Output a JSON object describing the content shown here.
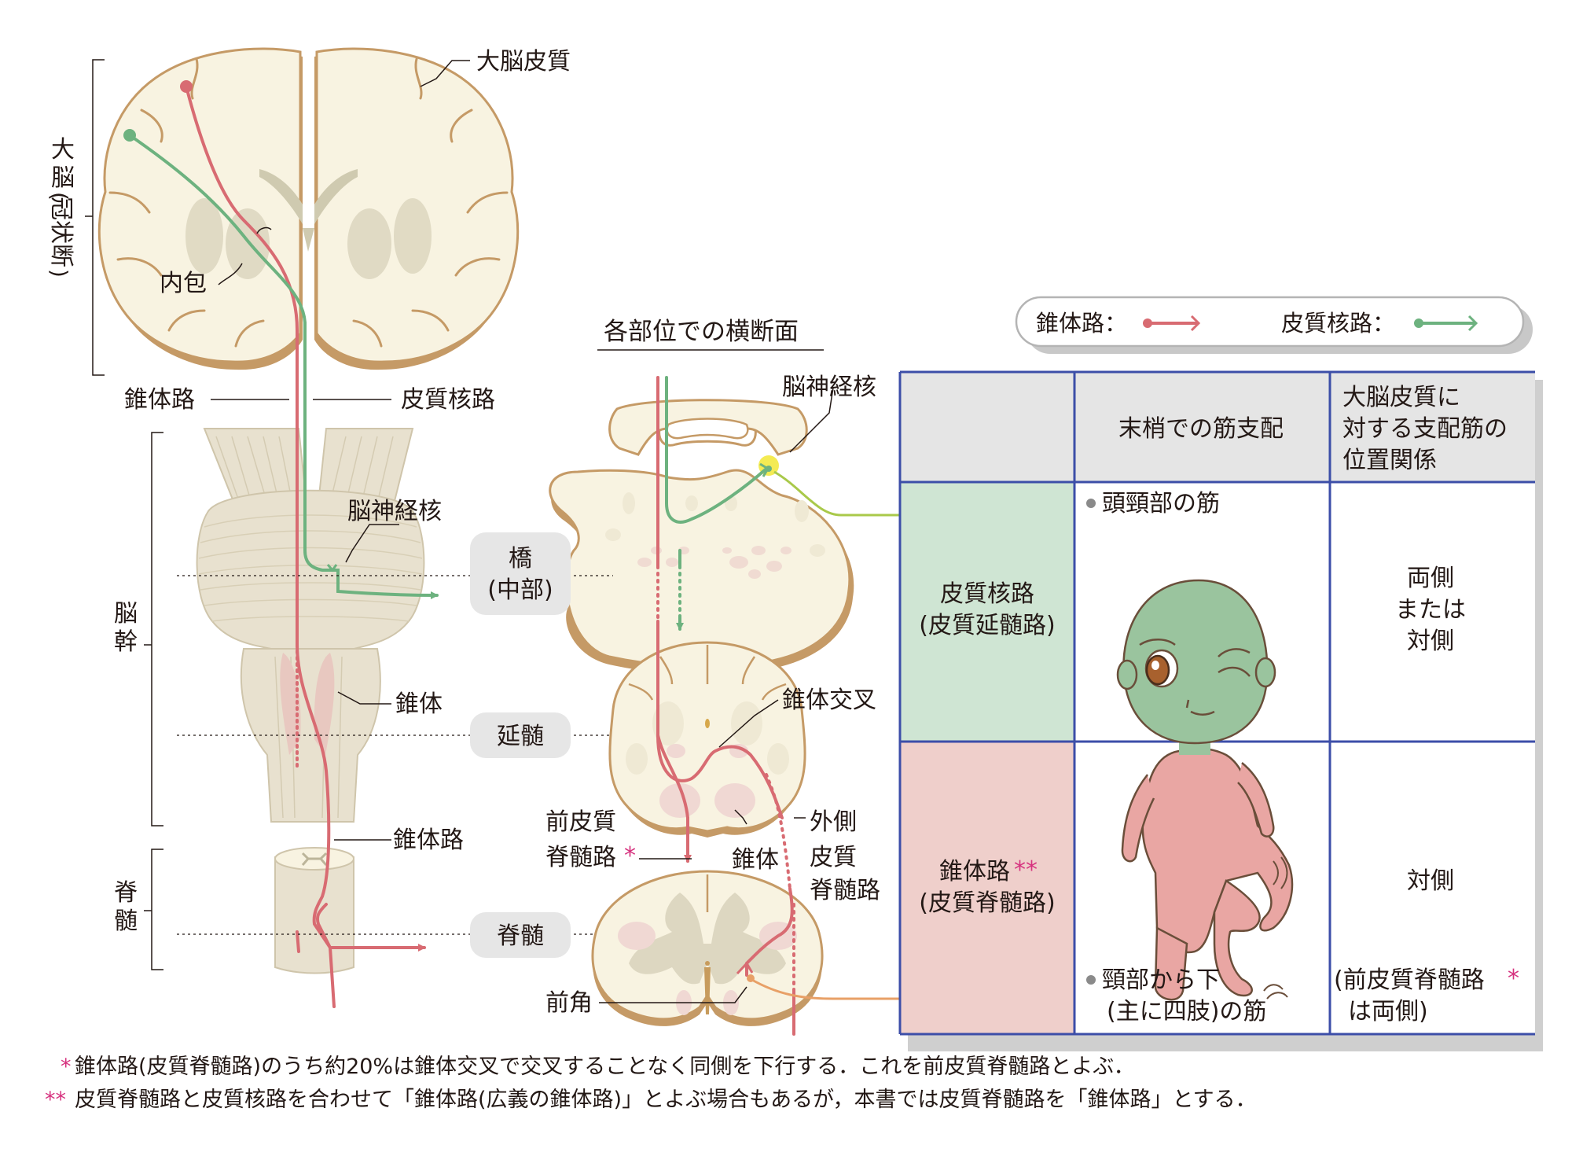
{
  "labels": {
    "cortex": "大脳皮質",
    "cerebrum": "大脳",
    "coronal": "冠状断",
    "internal_capsule": "内包",
    "pyramidal_tract": "錐体路",
    "corticonuclear_tract": "皮質核路",
    "cranial_nerve_nuclei": "脳神経核",
    "brainstem": "脳幹",
    "pyramid": "錐体",
    "spinal_cord_left": "脊髄",
    "pyramidal_tract_lower": "錐体路",
    "cross_section_title": "各部位での横断面",
    "cranial_nerve_nuclei_2": "脳神経核",
    "pyramidal_decussation": "錐体交叉",
    "anterior_cst_line1": "前皮質",
    "anterior_cst_line2": "脊髄路",
    "lateral_cst_line1": "外側",
    "lateral_cst_line2": "皮質",
    "lateral_cst_line3": "脊髄路",
    "pyramid_2": "錐体",
    "anterior_horn": "前角"
  },
  "levels": {
    "pons_line1": "橋",
    "pons_line2": "(中部)",
    "medulla": "延髄",
    "spinal": "脊髄"
  },
  "legend": {
    "pyramidal": "錐体路：",
    "corticonuclear": "皮質核路："
  },
  "table": {
    "head_col2": "末梢での筋支配",
    "head_col3_l1": "大脳皮質に",
    "head_col3_l2": "対する支配筋の",
    "head_col3_l3": "位置関係",
    "row1_name_l1": "皮質核路",
    "row1_name_l2": "(皮質延髄路)",
    "row1_muscle": "頭頸部の筋",
    "row1_relation_l1": "両側",
    "row1_relation_l2": "または",
    "row1_relation_l3": "対側",
    "row2_name_l1": "錐体路",
    "row2_name_l2": "(皮質脊髄路)",
    "row2_muscle_l1": "頸部から下",
    "row2_muscle_l2": "(主に四肢)の筋",
    "row2_relation_l1": "対側",
    "row2_relation_l2": "(前皮質脊髄路",
    "row2_relation_l3": "は両側)"
  },
  "marks": {
    "single": "*",
    "double": "**"
  },
  "footnotes": {
    "note1": "錐体路(皮質脊髄路)のうち約20%は錐体交叉で交叉することなく同側を下行する．これを前皮質脊髄路とよぶ．",
    "note2": "皮質脊髄路と皮質核路を合わせて「錐体路(広義の錐体路)」とよぶ場合もあるが，本書では皮質脊髄路を「錐体路」とする．"
  },
  "colors": {
    "pyramidal": "#d86b72",
    "corticonuclear": "#6db27f",
    "cranial_arrow": "#a9c94a",
    "spinal_arrow": "#e8a067",
    "tissue": "#f8f3e1",
    "tissue_edge": "#c59a66",
    "table_green": "#cfe5d3",
    "table_pink": "#efcfcb",
    "table_head": "#e5e5e5",
    "table_line": "#3c4ea8",
    "highlight": "#f3e940",
    "asterisk": "#d6337f"
  },
  "icons": [
    "brain-coronal-illustration",
    "brainstem-illustration",
    "spinal-cord-illustration",
    "child-winking-illustration"
  ]
}
